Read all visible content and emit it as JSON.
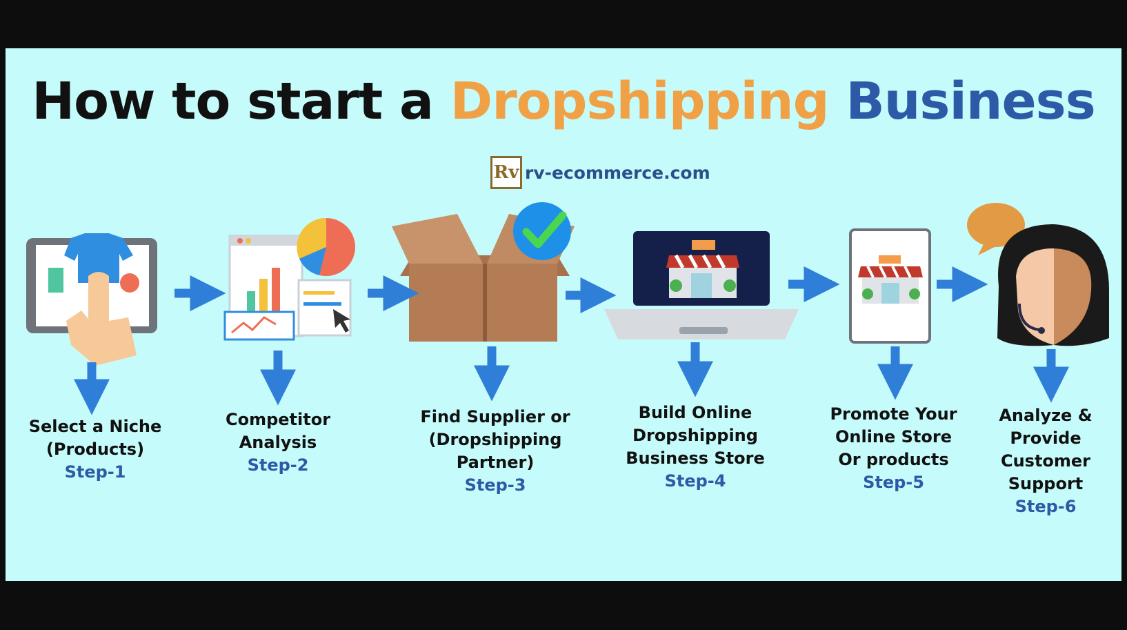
{
  "title": {
    "part1": "How to start a",
    "part2": "Dropshipping",
    "part3": "Business"
  },
  "logo": {
    "mark": "Rv",
    "text": "rv-ecommerce.com"
  },
  "steps": [
    {
      "line1": "Select a Niche",
      "line2": "(Products)",
      "line3": "",
      "step": "Step-1"
    },
    {
      "line1": "Competitor",
      "line2": "Analysis",
      "line3": "",
      "step": "Step-2"
    },
    {
      "line1": "Find Supplier or",
      "line2": "(Dropshipping",
      "line3": "Partner)",
      "step": "Step-3"
    },
    {
      "line1": "Build Online",
      "line2": "Dropshipping",
      "line3": "Business Store",
      "step": "Step-4"
    },
    {
      "line1": "Promote Your",
      "line2": "Online Store",
      "line3": "Or products",
      "step": "Step-5"
    },
    {
      "line1": "Analyze & Provide",
      "line2": "Customer Support",
      "line3": "",
      "step": "Step-6"
    }
  ],
  "colors": {
    "background": "#c6fbfb",
    "arrow": "#2f7fd8",
    "accent_orange": "#f0a045",
    "accent_blue": "#2c5aa6"
  },
  "icons": [
    "tablet-shopping-icon",
    "analytics-dashboard-icon",
    "box-checkmark-icon",
    "laptop-store-icon",
    "mobile-store-icon",
    "customer-support-agent-icon"
  ]
}
